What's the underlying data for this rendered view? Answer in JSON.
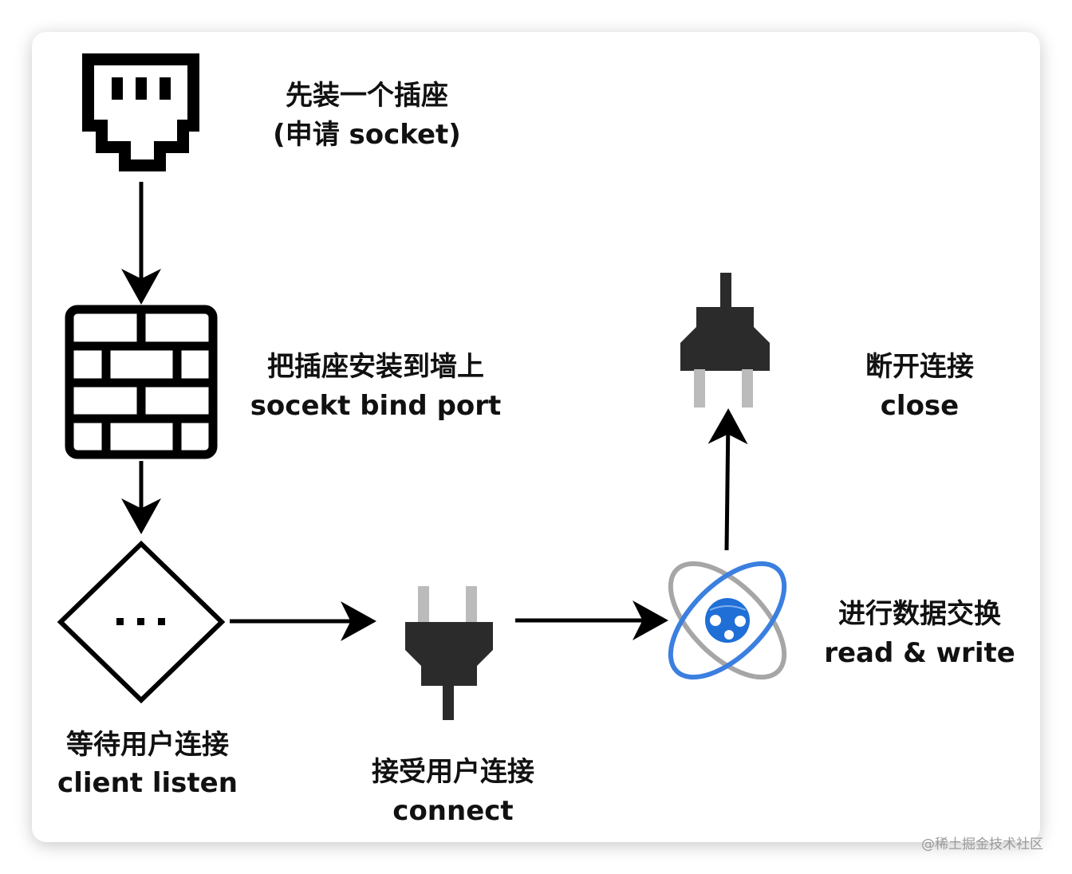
{
  "steps": {
    "socket": {
      "line1": "先装一个插座",
      "line2": "(申请 socket)",
      "icon": "ethernet-socket-icon"
    },
    "bind": {
      "line1": "把插座安装到墙上",
      "line2": "socekt bind port",
      "icon": "brick-wall-icon"
    },
    "listen": {
      "line1": "等待用户连接",
      "line2": "client listen",
      "icon": "diamond-ellipsis-icon"
    },
    "connect": {
      "line1": "接受用户连接",
      "line2": "connect",
      "icon": "plug-icon"
    },
    "exchange": {
      "line1": "进行数据交换",
      "line2": "read & write",
      "icon": "atom-globe-icon"
    },
    "close": {
      "line1": "断开连接",
      "line2": "close",
      "icon": "plug-icon"
    }
  },
  "colors": {
    "blue": "#3b7fe0",
    "gray": "#a6a6a6",
    "plug": "#2b2b2b"
  },
  "watermark": "@稀土掘金技术社区"
}
